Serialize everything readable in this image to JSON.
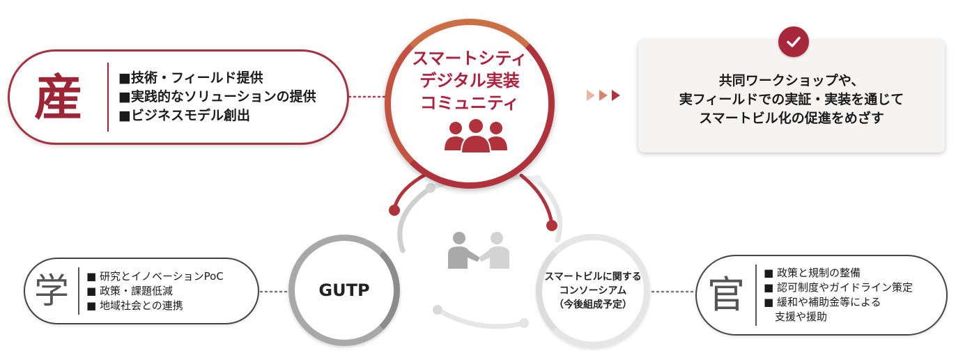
{
  "center": {
    "title_lines": [
      "スマートシティ",
      "デジタル実装",
      "コミュニティ"
    ],
    "icon": "people-group-icon"
  },
  "industry": {
    "kanji": "産",
    "items": [
      "■技術・フィールド提供",
      "■実践的なソリューションの提供",
      "■ビジネスモデル創出"
    ]
  },
  "academia": {
    "kanji": "学",
    "items": [
      "■ 研究とイノベーションPoC",
      "■ 政策・課題低減",
      "■ 地域社会との連携"
    ]
  },
  "government": {
    "kanji": "官",
    "items": [
      "■ 政策と規制の整備",
      "■ 認可制度やガイドライン策定",
      "■ 緩和や補助金等による",
      "支援や援助"
    ]
  },
  "gutp": {
    "label": "GUTP"
  },
  "consortium": {
    "lines": [
      "スマートビルに関する",
      "コンソーシアム",
      "（今後組成予定）"
    ]
  },
  "handshake": {
    "icon": "handshake-icon"
  },
  "goal": {
    "icon": "check-circle-icon",
    "lines": [
      "共同ワークショップや、",
      "実フィールドでの実証・実装を通じて",
      "スマートビル化の促進をめざす"
    ]
  },
  "colors": {
    "accent": "#a8283b",
    "accent_orange": "#cc6f45",
    "gray_ring": "#a8a8a8",
    "light_ring": "#e6e6e6"
  }
}
